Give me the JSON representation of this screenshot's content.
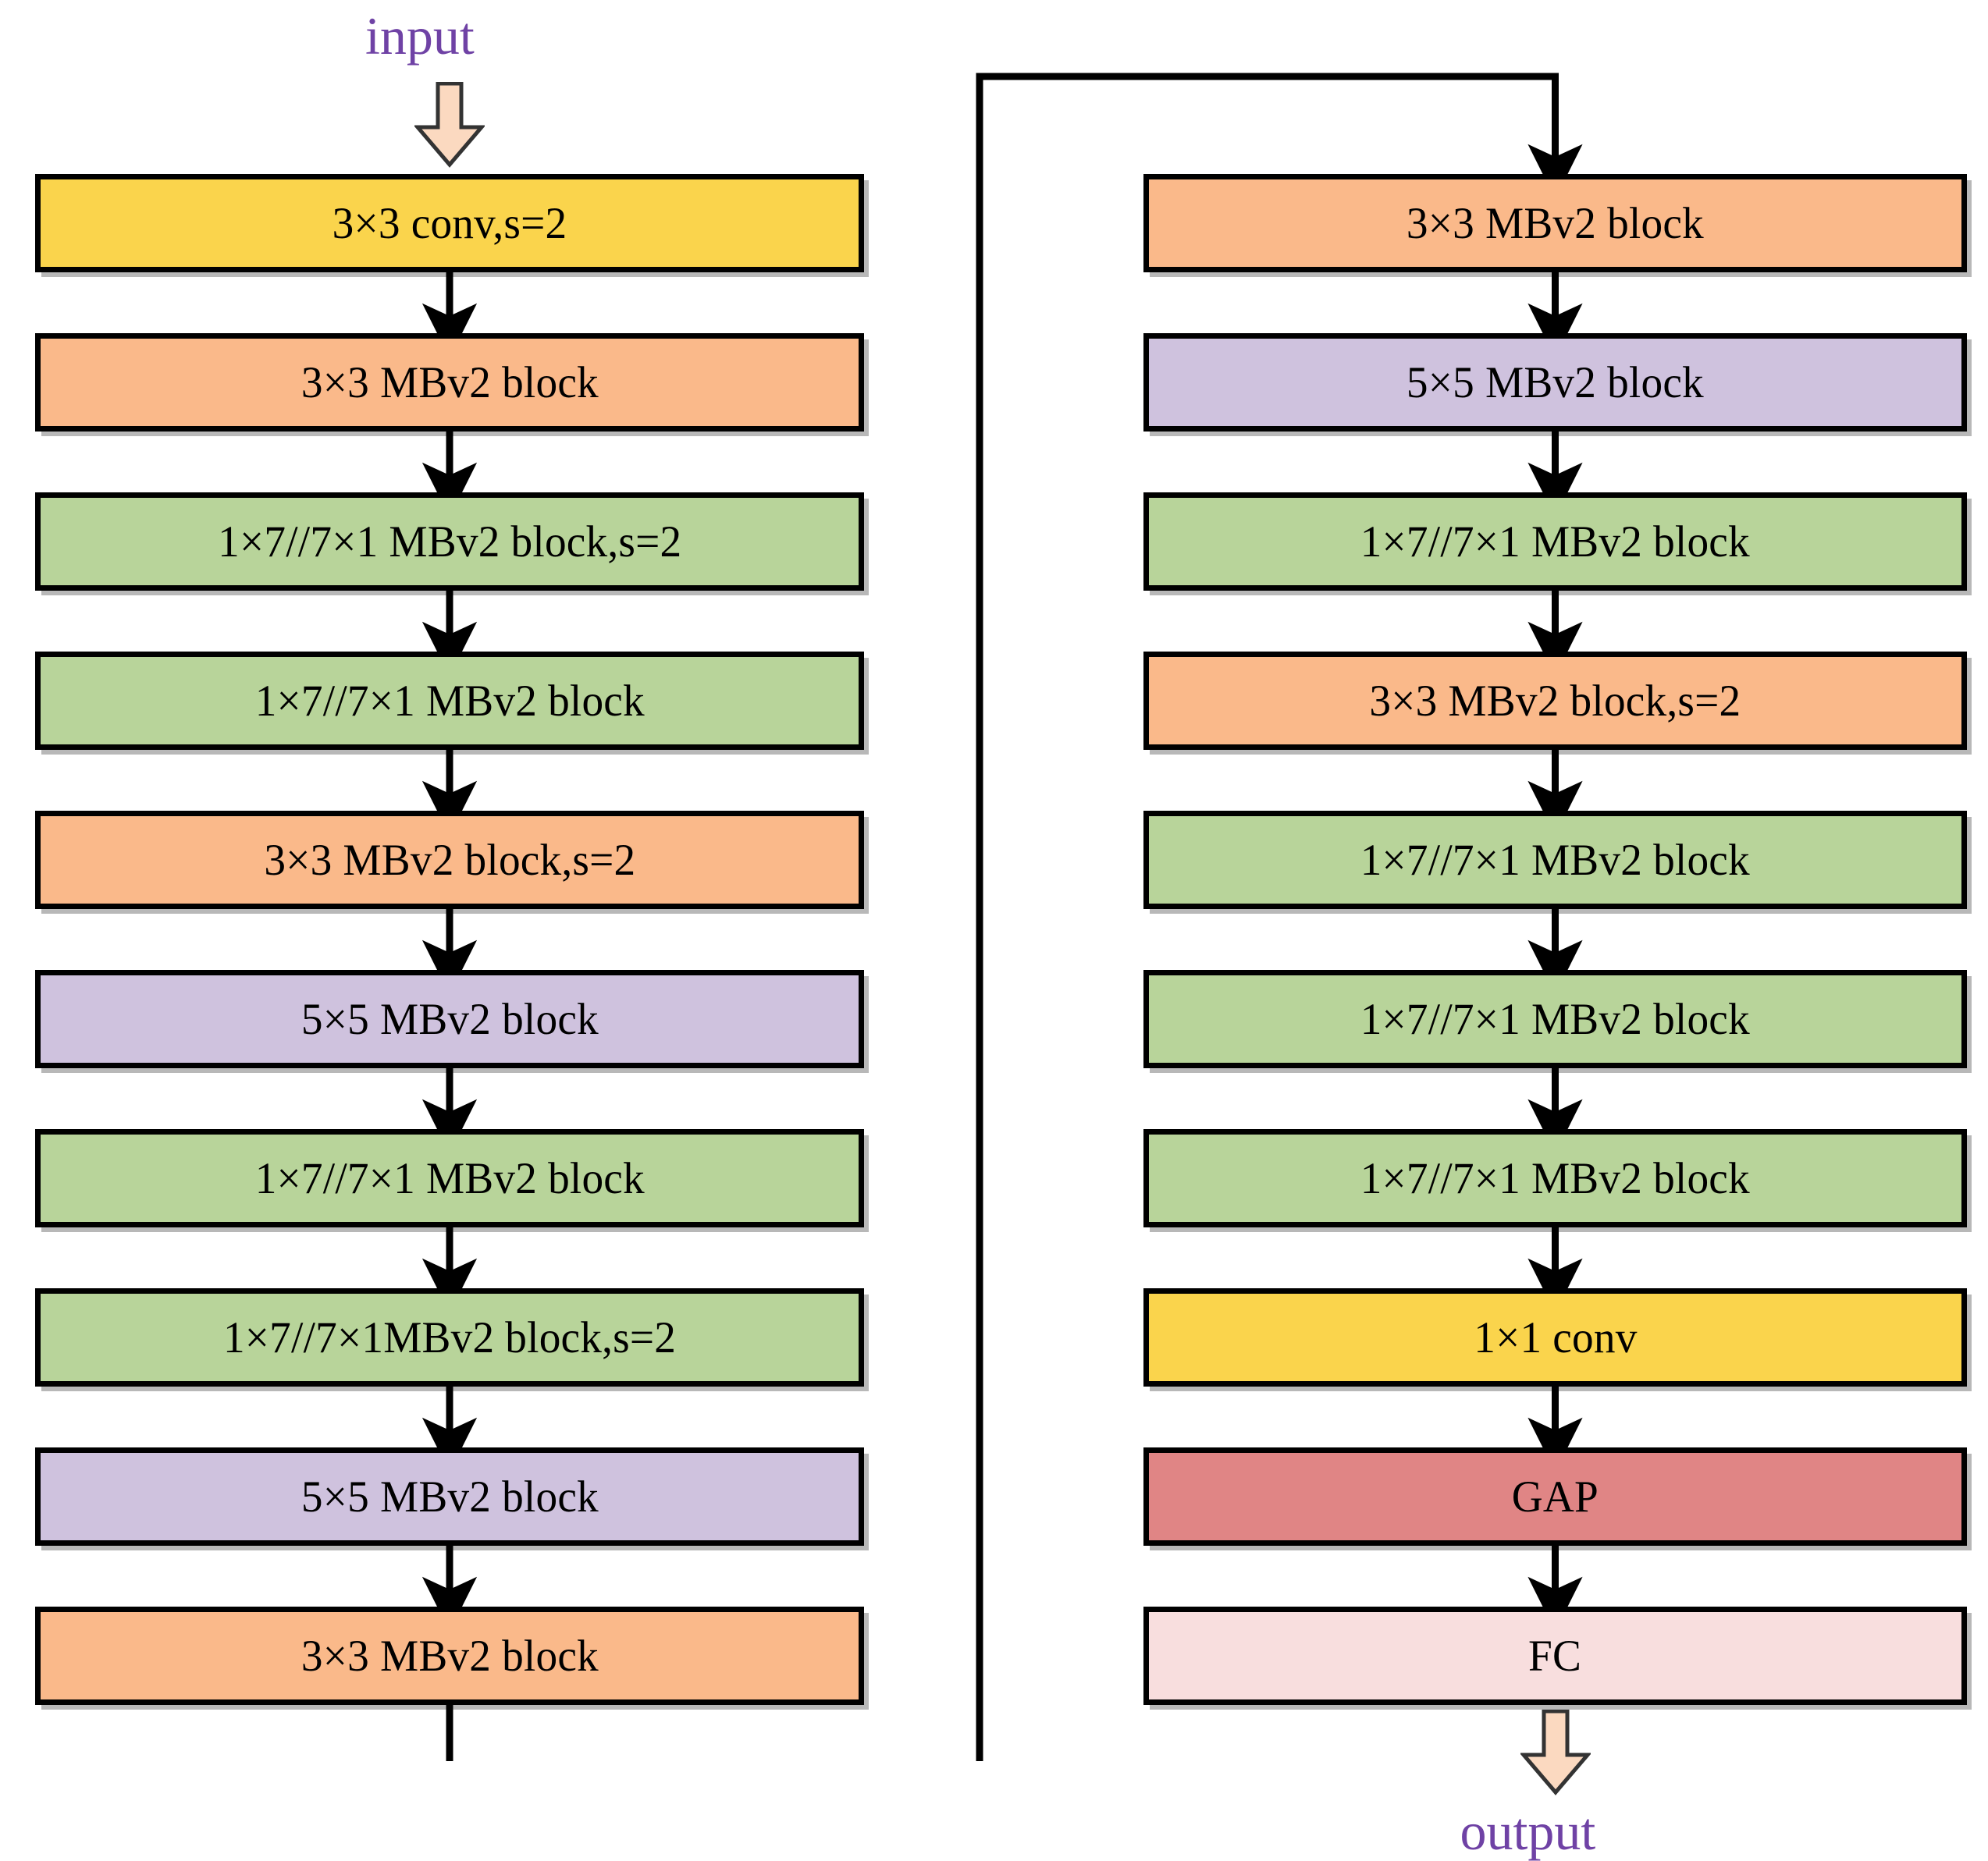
{
  "diagram": {
    "title": "MBv2 backbone network architecture flowchart",
    "endpoints": {
      "input_label": "input",
      "output_label": "output",
      "endpoint_text_color": "#6F42A5",
      "block_arrow_fill": "#FBD9C0"
    },
    "palette": {
      "conv_yellow": "#FAD44C",
      "mbv2_3x3_peach": "#FAB98A",
      "mbv2_1x7_green": "#B8D49A",
      "mbv2_5x5_purple": "#CFC2DE",
      "gap_salmon": "#E08585",
      "fc_pink": "#F8DEDE",
      "stroke_black": "#000000"
    },
    "left_column": [
      {
        "label": "3×3 conv,s=2",
        "color": "#FAD44C",
        "kind": "conv"
      },
      {
        "label": "3×3 MBv2 block",
        "color": "#FAB98A",
        "kind": "mbv2-3x3"
      },
      {
        "label": "1×7//7×1 MBv2 block,s=2",
        "color": "#B8D49A",
        "kind": "mbv2-1x7"
      },
      {
        "label": "1×7//7×1 MBv2 block",
        "color": "#B8D49A",
        "kind": "mbv2-1x7"
      },
      {
        "label": "3×3 MBv2 block,s=2",
        "color": "#FAB98A",
        "kind": "mbv2-3x3"
      },
      {
        "label": "5×5 MBv2 block",
        "color": "#CFC2DE",
        "kind": "mbv2-5x5"
      },
      {
        "label": "1×7//7×1 MBv2 block",
        "color": "#B8D49A",
        "kind": "mbv2-1x7"
      },
      {
        "label": "1×7//7×1MBv2 block,s=2",
        "color": "#B8D49A",
        "kind": "mbv2-1x7"
      },
      {
        "label": "5×5 MBv2 block",
        "color": "#CFC2DE",
        "kind": "mbv2-5x5"
      },
      {
        "label": "3×3 MBv2 block",
        "color": "#FAB98A",
        "kind": "mbv2-3x3"
      }
    ],
    "right_column": [
      {
        "label": "3×3 MBv2 block",
        "color": "#FAB98A",
        "kind": "mbv2-3x3"
      },
      {
        "label": "5×5 MBv2 block",
        "color": "#CFC2DE",
        "kind": "mbv2-5x5"
      },
      {
        "label": "1×7//7×1 MBv2 block",
        "color": "#B8D49A",
        "kind": "mbv2-1x7"
      },
      {
        "label": "3×3 MBv2 block,s=2",
        "color": "#FAB98A",
        "kind": "mbv2-3x3"
      },
      {
        "label": "1×7//7×1 MBv2 block",
        "color": "#B8D49A",
        "kind": "mbv2-1x7"
      },
      {
        "label": "1×7//7×1 MBv2 block",
        "color": "#B8D49A",
        "kind": "mbv2-1x7"
      },
      {
        "label": "1×7//7×1 MBv2 block",
        "color": "#B8D49A",
        "kind": "mbv2-1x7"
      },
      {
        "label": "1×1 conv",
        "color": "#FAD44C",
        "kind": "conv"
      },
      {
        "label": "GAP",
        "color": "#E08585",
        "kind": "gap"
      },
      {
        "label": "FC",
        "color": "#F8DEDE",
        "kind": "fc"
      }
    ]
  }
}
